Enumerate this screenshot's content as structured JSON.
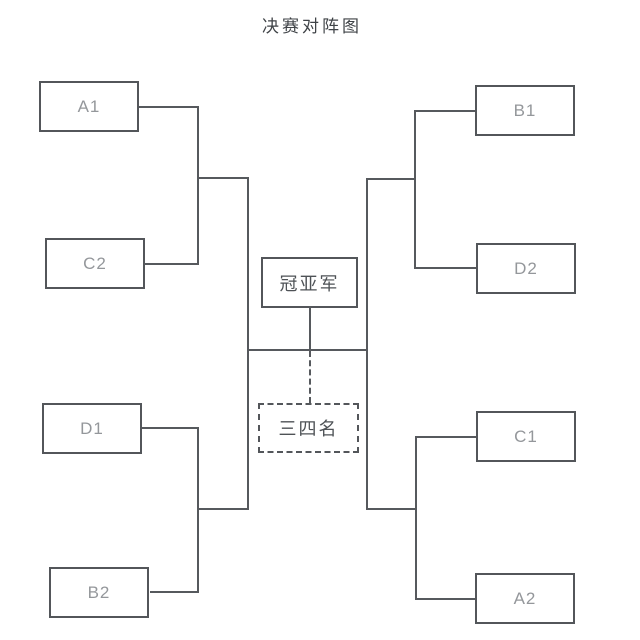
{
  "title": "决赛对阵图",
  "bracket": {
    "left_top": {
      "top": "A1",
      "bottom": "C2"
    },
    "left_bottom": {
      "top": "D1",
      "bottom": "B2"
    },
    "right_top": {
      "top": "B1",
      "bottom": "D2"
    },
    "right_bottom": {
      "top": "C1",
      "bottom": "A2"
    },
    "final": "冠亚军",
    "third_place": "三四名"
  },
  "colors": {
    "background": "#ffffff",
    "line": "#56595d",
    "box_border": "#53565a",
    "team_text": "#94979b",
    "center_text": "#4e5256"
  }
}
